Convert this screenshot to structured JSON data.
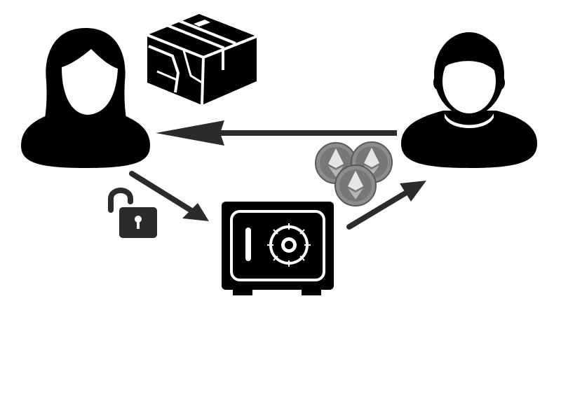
{
  "diagram": {
    "background": "#ffffff",
    "colors": {
      "icon": "#000000",
      "arrow": "#2b2b2b",
      "padlock": "#2b2b2b",
      "coin_outer": "#8c8c8c",
      "coin_inner": "#6f6f6f",
      "coin_glyph_dark": "#b5b5b5",
      "coin_glyph_light": "#e6e6e6"
    },
    "nodes": [
      {
        "id": "seller",
        "icon": "female-user-icon"
      },
      {
        "id": "buyer",
        "icon": "male-user-icon"
      },
      {
        "id": "package",
        "icon": "package-box-icon"
      },
      {
        "id": "escrow",
        "icon": "safe-icon"
      },
      {
        "id": "unlock",
        "icon": "unlocked-padlock-icon"
      },
      {
        "id": "payment",
        "icon": "ethereum-coins-icon"
      }
    ],
    "edges": [
      {
        "from": "buyer",
        "to": "seller",
        "name": "arrow-buyer-to-seller"
      },
      {
        "from": "seller",
        "to": "escrow",
        "name": "arrow-seller-to-safe"
      },
      {
        "from": "escrow",
        "to": "buyer",
        "name": "arrow-safe-to-buyer"
      }
    ]
  }
}
